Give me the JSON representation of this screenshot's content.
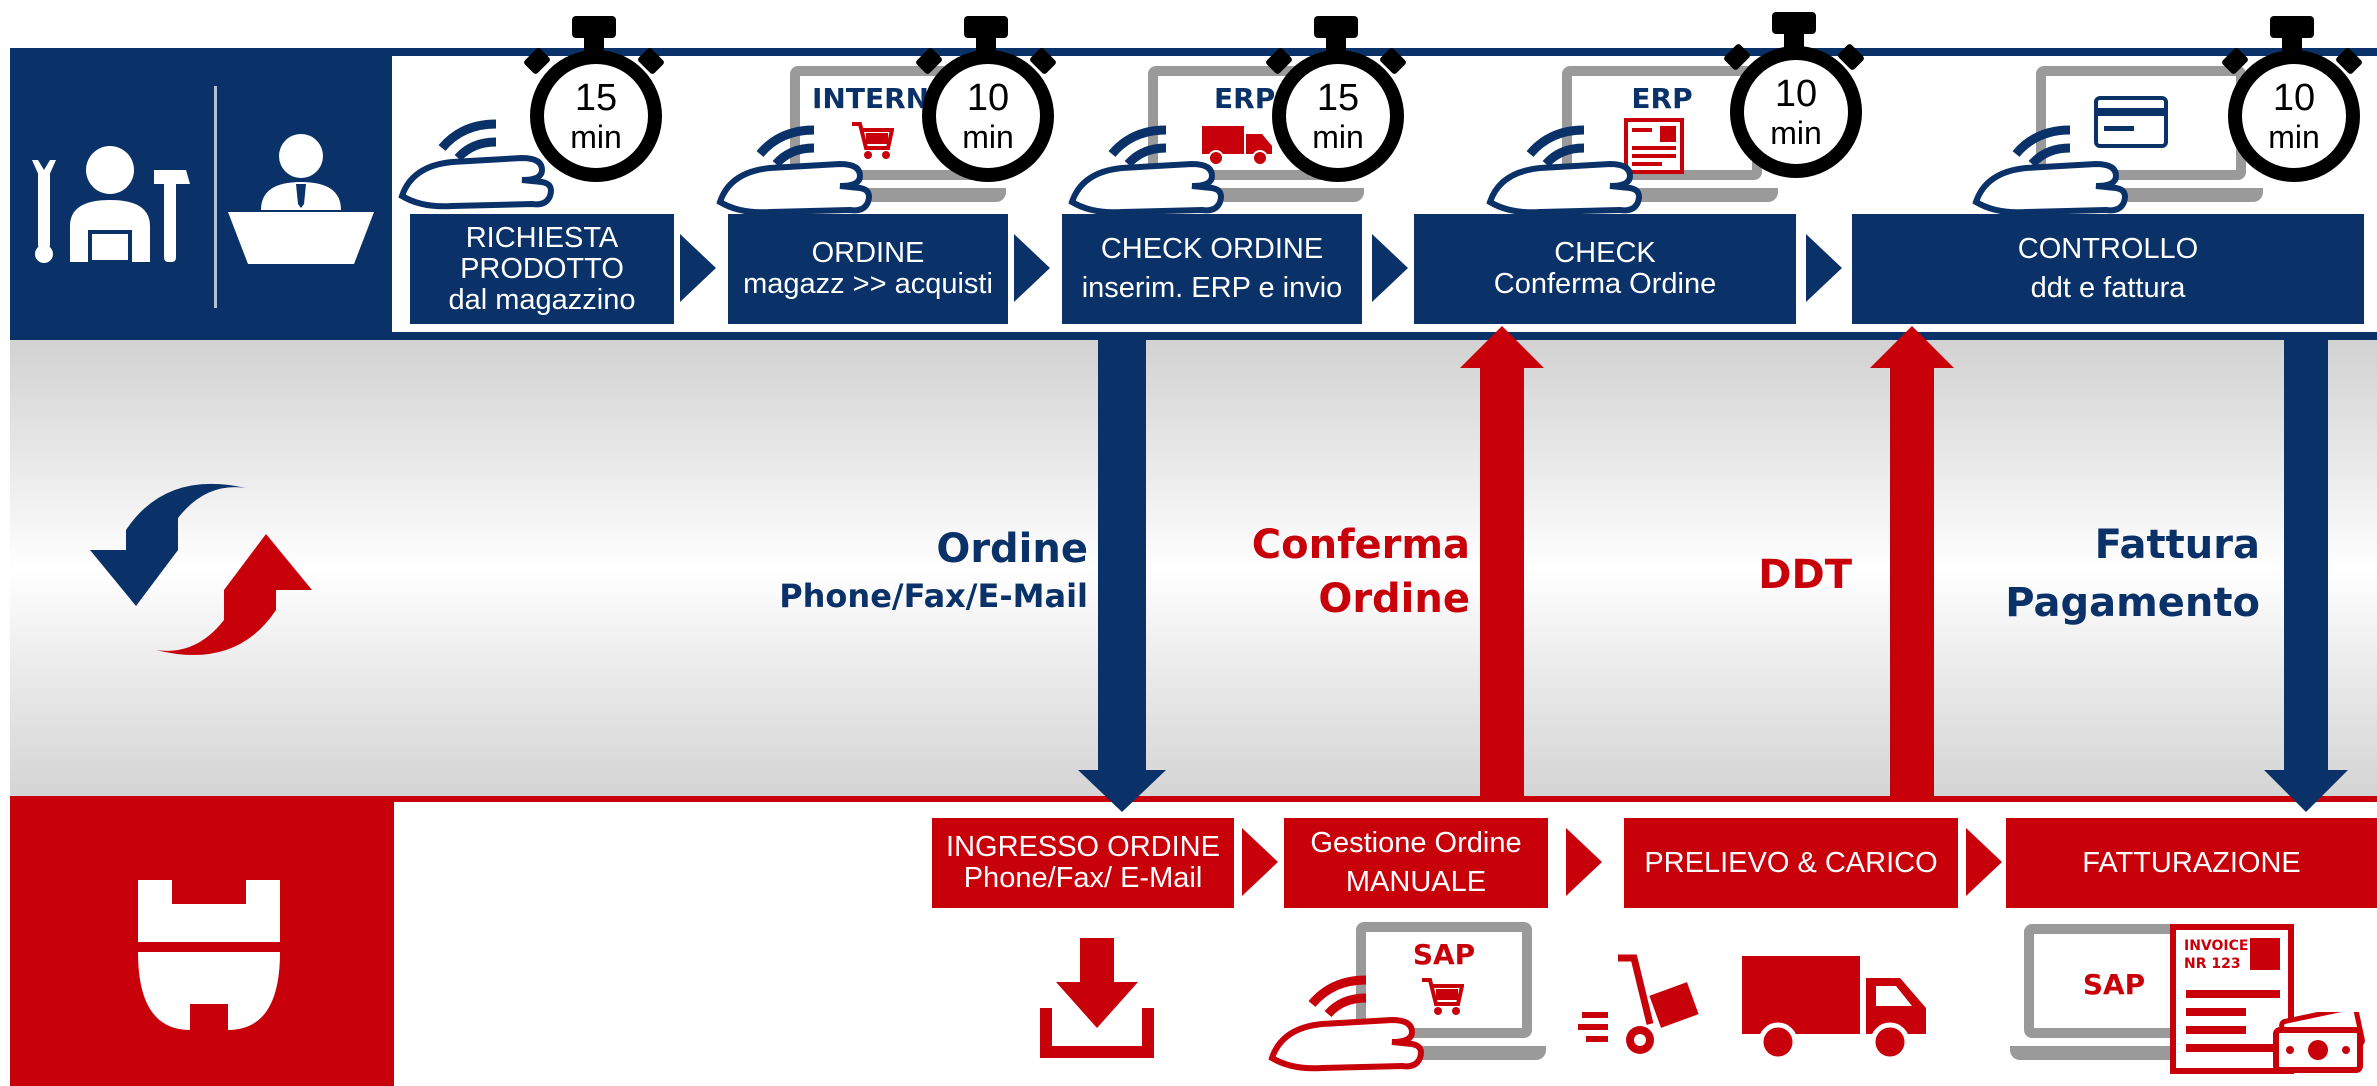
{
  "colors": {
    "blue": "#0a3268",
    "red": "#c8000a",
    "grey": "#9a9a9a",
    "black": "#000000"
  },
  "top_lane": {
    "icons": [
      "worker-tools-icon",
      "office-clerk-icon"
    ],
    "steps": [
      {
        "line1": "RICHIESTA",
        "line2": "PRODOTTO",
        "line3": "dal magazzino",
        "timer_value": "15",
        "timer_unit": "min",
        "laptop_text": ""
      },
      {
        "line1": "ORDINE",
        "line2": "magazz >> acquisti",
        "line3": "",
        "timer_value": "10",
        "timer_unit": "min",
        "laptop_text": "INTERN"
      },
      {
        "line1": "CHECK ORDINE",
        "line2": "inserim. ERP e invio",
        "line3": "",
        "timer_value": "15",
        "timer_unit": "min",
        "laptop_text": "ERP"
      },
      {
        "line1": "CHECK",
        "line2": "Conferma Ordine",
        "line3": "",
        "timer_value": "10",
        "timer_unit": "min",
        "laptop_text": "ERP"
      },
      {
        "line1": "CONTROLLO",
        "line2": "ddt e fattura",
        "line3": "",
        "timer_value": "10",
        "timer_unit": "min",
        "laptop_text": ""
      }
    ]
  },
  "flows": [
    {
      "direction": "down",
      "color": "blue",
      "line1": "Ordine",
      "line2": "Phone/Fax/E-Mail"
    },
    {
      "direction": "up",
      "color": "red",
      "line1": "Conferma",
      "line2": "Ordine"
    },
    {
      "direction": "up",
      "color": "red",
      "line1": "DDT",
      "line2": ""
    },
    {
      "direction": "down",
      "color": "blue",
      "line1": "Fattura",
      "line2": "Pagamento"
    }
  ],
  "bottom_lane": {
    "logo": "supplier-logo-icon",
    "steps": [
      {
        "line1": "INGRESSO ORDINE",
        "line2": "Phone/Fax/ E-Mail"
      },
      {
        "line1": "Gestione Ordine",
        "line2": "MANUALE"
      },
      {
        "line1": "PRELIEVO & CARICO",
        "line2": ""
      },
      {
        "line1": "FATTURAZIONE",
        "line2": ""
      }
    ],
    "laptop_1_text": "SAP",
    "laptop_2_text": "SAP",
    "invoice_line1": "INVOICE",
    "invoice_line2": "NR 123"
  }
}
